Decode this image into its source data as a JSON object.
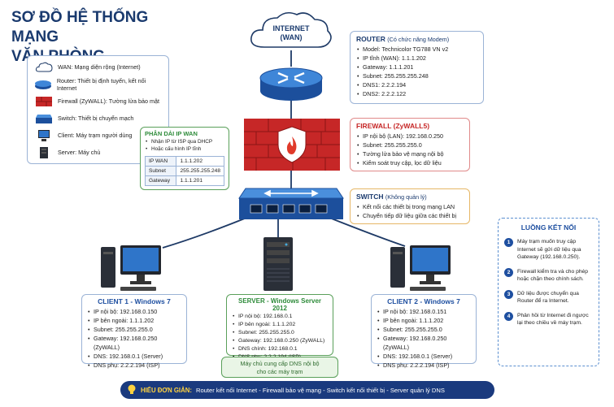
{
  "title": [
    "SƠ ĐỒ HỆ THỐNG MẠNG",
    "VĂN PHÒNG"
  ],
  "internet": {
    "label1": "INTERNET",
    "label2": "(WAN)"
  },
  "legend": [
    {
      "icon": "cloud-icon",
      "text": "WAN: Mạng diện rộng (Internet)"
    },
    {
      "icon": "router-icon",
      "text": "Router: Thiết bị định tuyến, kết nối Internet"
    },
    {
      "icon": "firewall-icon",
      "text": "Firewall (ZyWALL): Tường lửa bảo mật"
    },
    {
      "icon": "switch-icon",
      "text": "Switch: Thiết bị chuyển mạch"
    },
    {
      "icon": "client-icon",
      "text": "Client: Máy trạm người dùng"
    },
    {
      "icon": "server-icon",
      "text": "Server: Máy chủ"
    }
  ],
  "wan_assign": {
    "title": "PHÂN DẢI IP WAN",
    "items": [
      "Nhận IP từ ISP qua DHCP",
      "Hoặc cấu hình IP tĩnh"
    ],
    "rows": [
      [
        "IP WAN",
        "1.1.1.202"
      ],
      [
        "Subnet",
        "255.255.255.248"
      ],
      [
        "Gateway",
        "1.1.1.201"
      ]
    ]
  },
  "router": {
    "title": "ROUTER",
    "subtitle": "(Có chức năng Modem)",
    "items": [
      "Model: Technicolor TG788 VN v2",
      "IP tĩnh (WAN): 1.1.1.202",
      "Gateway: 1.1.1.201",
      "Subnet: 255.255.255.248",
      "DNS1: 2.2.2.194",
      "DNS2: 2.2.2.122"
    ]
  },
  "firewall": {
    "title": "FIREWALL (ZyWALL5)",
    "items": [
      "IP nội bộ (LAN): 192.168.0.250",
      "Subnet: 255.255.255.0",
      "Tường lửa bảo vệ mạng nội bộ",
      "Kiểm soát truy cập, lọc dữ liệu"
    ]
  },
  "switch": {
    "title": "SWITCH",
    "subtitle": "(Không quản lý)",
    "items": [
      "Kết nối các thiết bị trong mạng LAN",
      "Chuyển tiếp dữ liệu giữa các thiết bị"
    ]
  },
  "client1": {
    "title": "CLIENT 1 - Windows 7",
    "items": [
      "IP nội bộ: 192.168.0.150",
      "IP bên ngoài: 1.1.1.202",
      "Subnet: 255.255.255.0",
      "Gateway: 192.168.0.250 (ZyWALL)",
      "DNS: 192.168.0.1 (Server)",
      "DNS phụ: 2.2.2.194 (ISP)"
    ]
  },
  "server": {
    "title": "SERVER - Windows Server 2012",
    "items": [
      "IP nội bộ: 192.168.0.1",
      "IP bên ngoài: 1.1.1.202",
      "Subnet: 255.255.255.0",
      "Gateway: 192.168.0.250 (ZyWALL)",
      "DNS chính: 192.168.0.1",
      "DNS phụ: 2.2.2.194 (ISP)"
    ],
    "note": [
      "Máy chủ cung cấp DNS nội bộ",
      "cho các máy trạm"
    ]
  },
  "client2": {
    "title": "CLIENT 2 - Windows 7",
    "items": [
      "IP nội bộ: 192.168.0.151",
      "IP bên ngoài: 1.1.1.202",
      "Subnet: 255.255.255.0",
      "Gateway: 192.168.0.250 (ZyWALL)",
      "DNS: 192.168.0.1 (Server)",
      "DNS phụ: 2.2.2.194 (ISP)"
    ]
  },
  "flow": {
    "title": "LUỒNG KẾT NỐI",
    "steps": [
      {
        "n": "1",
        "text": "Máy trạm muốn truy cập Internet sẽ gửi dữ liệu qua Gateway (192.168.0.250)."
      },
      {
        "n": "2",
        "text": "Firewall kiểm tra và cho phép hoặc chặn theo chính sách."
      },
      {
        "n": "3",
        "text": "Dữ liệu được chuyển qua Router để ra Internet."
      },
      {
        "n": "4",
        "text": "Phản hồi từ Internet đi ngược lại theo chiều về máy trạm."
      }
    ]
  },
  "footer": {
    "label": "HIỂU ĐƠN GIẢN:",
    "text": "Router kết nối Internet - Firewall bảo vệ mạng - Switch kết nối thiết bị - Server quản lý DNS"
  },
  "colors": {
    "navy": "#1a3a6e",
    "blue": "#1e4fa0",
    "red": "#d42a2a",
    "orange": "#d07a00",
    "green": "#2e8b3a"
  }
}
